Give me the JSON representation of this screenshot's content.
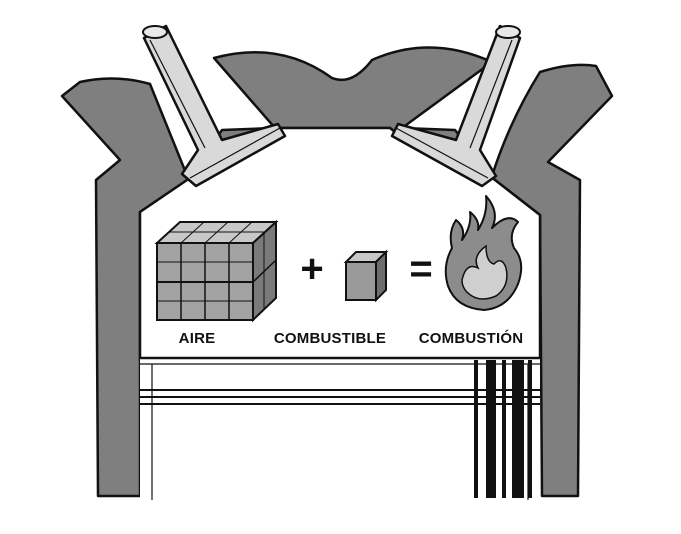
{
  "labels": {
    "air": "AIRE",
    "fuel": "COMBUSTIBLE",
    "combustion": "COMBUSTIÓN"
  },
  "operators": {
    "plus": "+",
    "equals": "="
  },
  "colors": {
    "background": "#ffffff",
    "wall_gray": "#7f7f7f",
    "outline": "#111111",
    "cube_face": "#9a9a9a",
    "flame_fill": "#8c8c8c"
  }
}
